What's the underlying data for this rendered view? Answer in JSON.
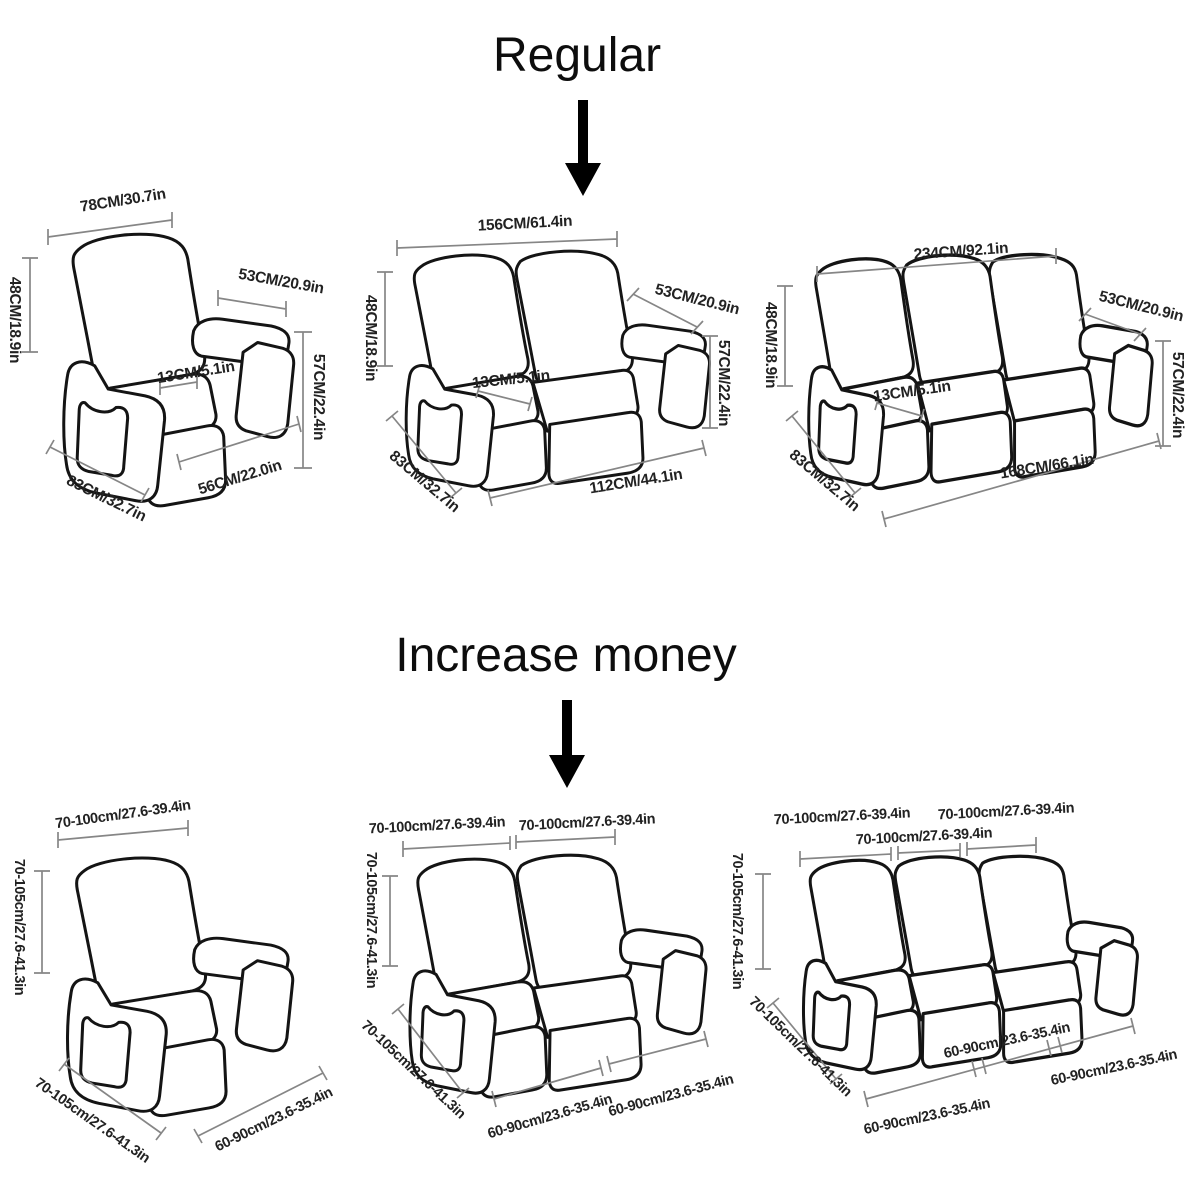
{
  "page": {
    "background": "#ffffff",
    "colors": {
      "sofa_outline": "#141414",
      "dimension_line": "#868686",
      "label_text": "#222222",
      "title_text": "#0d0d0d",
      "arrow": "#000000"
    }
  },
  "sections": [
    {
      "title": "Regular",
      "arrow_icon": "down-arrow",
      "figures": [
        {
          "name": "recliner-1-seater",
          "seats": 1,
          "labels": {
            "top_width": "78CM/30.7in",
            "back_height": "48CM/18.9in",
            "arm_length": "53CM/20.9in",
            "arm_width": "13CM/5.1in",
            "front_height": "57CM/22.4in",
            "side_depth": "83CM/32.7in",
            "seat_width": "56CM/22.0in"
          }
        },
        {
          "name": "recliner-2-seater",
          "seats": 2,
          "labels": {
            "top_width": "156CM/61.4in",
            "back_height": "48CM/18.9in",
            "arm_length": "53CM/20.9in",
            "arm_width": "13CM/5.1in",
            "front_height": "57CM/22.4in",
            "side_depth": "83CM/32.7in",
            "bottom_width": "112CM/44.1in"
          }
        },
        {
          "name": "recliner-3-seater",
          "seats": 3,
          "labels": {
            "top_width": "234CM/92.1in",
            "back_height": "48CM/18.9in",
            "arm_length": "53CM/20.9in",
            "arm_width": "13CM/5.1in",
            "front_height": "57CM/22.4in",
            "side_depth": "83CM/32.7in",
            "bottom_width": "168CM/66.1in"
          }
        }
      ]
    },
    {
      "title": "Increase money",
      "arrow_icon": "down-arrow",
      "figures": [
        {
          "name": "recliner-1-seater-stretch",
          "seats": 1,
          "labels": {
            "top_width": "70-100cm/27.6-39.4in",
            "back_height": "70-105cm/27.6-41.3in",
            "side_depth": "70-105cm/27.6-41.3in",
            "seat_width": "60-90cm/23.6-35.4in"
          }
        },
        {
          "name": "recliner-2-seater-stretch",
          "seats": 2,
          "labels": {
            "top_width_1": "70-100cm/27.6-39.4in",
            "top_width_2": "70-100cm/27.6-39.4in",
            "back_height": "70-105cm/27.6-41.3in",
            "side_depth": "70-105cm/27.6-41.3in",
            "bottom_width_1": "60-90cm/23.6-35.4in",
            "bottom_width_2": "60-90cm/23.6-35.4in"
          }
        },
        {
          "name": "recliner-3-seater-stretch",
          "seats": 3,
          "labels": {
            "top_width_1": "70-100cm/27.6-39.4in",
            "top_width_2": "70-100cm/27.6-39.4in",
            "top_width_3": "70-100cm/27.6-39.4in",
            "back_height": "70-105cm/27.6-41.3in",
            "side_depth": "70-105cm/27.6-41.3in",
            "bottom_width_1": "60-90cm/23.6-35.4in",
            "bottom_width_2": "60-90cm/23.6-35.4in",
            "bottom_width_3": "60-90cm/23.6-35.4in"
          }
        }
      ]
    }
  ]
}
